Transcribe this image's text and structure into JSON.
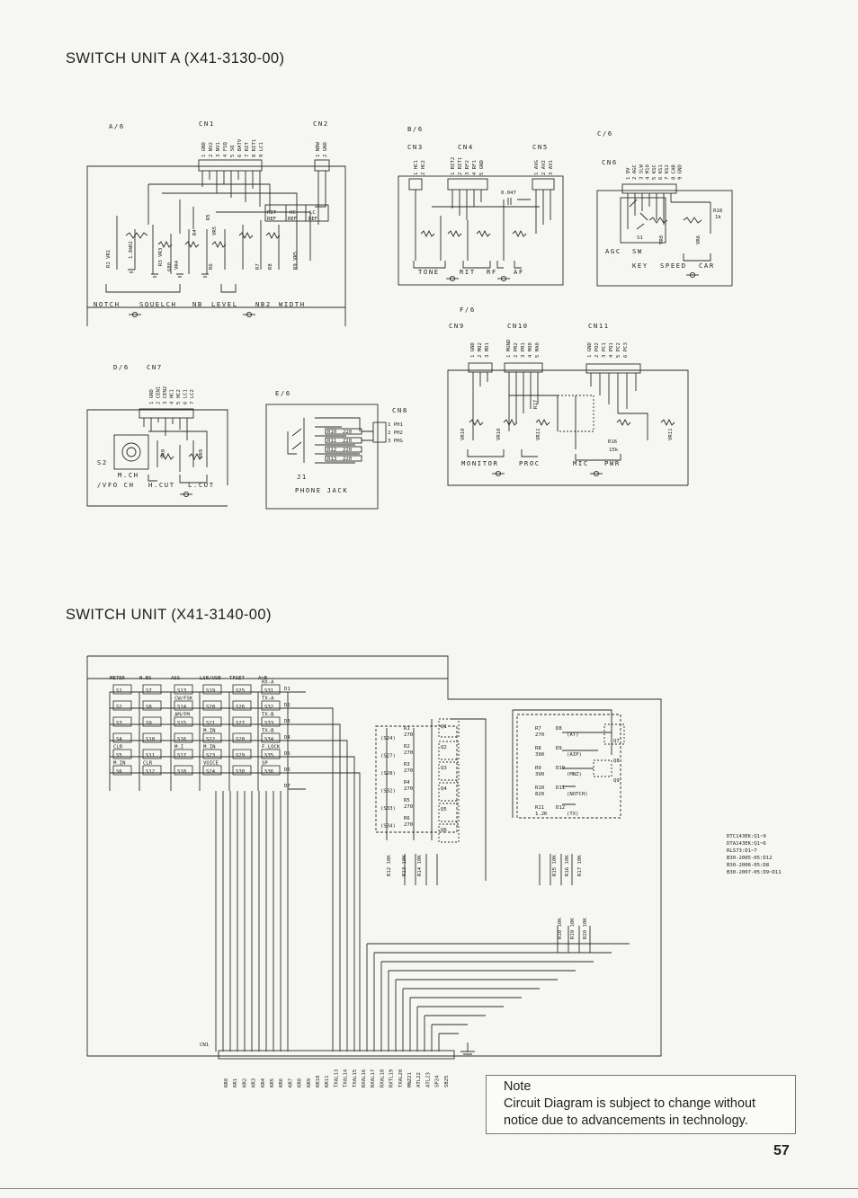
{
  "headings": {
    "switch_unit_a": "SWITCH UNIT A (X41-3130-00)",
    "switch_unit": "SWITCH UNIT (X41-3140-00)"
  },
  "note": {
    "title": "Note",
    "line1": "Circuit Diagram is subject to change without",
    "line2": "notice due to advancements in technology."
  },
  "page_number": "57",
  "section_a": {
    "ref": "A/6",
    "cn1": "CN1",
    "cn2": "CN2",
    "cn1_pins": [
      "1 GND",
      "2 NV2",
      "3 NV1",
      "4 FSQ",
      "5 SQ",
      "6 BATV",
      "7 RIT",
      "8 RIT1",
      "9 LC1"
    ],
    "cn2_pins": [
      "1 NBW",
      "2 GND"
    ],
    "parts": [
      "R1 VR1",
      "R2",
      "1.8k",
      "R3 VR3",
      "680",
      "VR4",
      "R4",
      "R5",
      "VR5",
      "R6",
      "R7",
      "R8",
      "R9 VR5",
      "RIT",
      "HC",
      "LC",
      "REF",
      "REF",
      "REF"
    ],
    "captions": [
      "NOTCH",
      "SQUELCH",
      "NB",
      "LEVEL",
      "NB2",
      "WIDTH"
    ]
  },
  "section_b": {
    "ref": "B/6",
    "cn3": "CN3",
    "cn4": "CN4",
    "cn5": "CN5",
    "cn3_pins": [
      "1 HC1",
      "2 HC2"
    ],
    "cn4_pins": [
      "1 RIT2",
      "2 RIT1",
      "3 RF2",
      "4 RF1",
      "5 GND"
    ],
    "cn5_pins": [
      "1 AVG",
      "2 AV2",
      "3 AV1"
    ],
    "captions": [
      "TONE",
      "RIT",
      "RF",
      "AF"
    ],
    "cap_value": "0.047"
  },
  "section_c": {
    "ref": "C/6",
    "cn6": "CN6",
    "cn6_pins": [
      "1 8V",
      "2 AGC",
      "3 SLW",
      "4 M10",
      "5 KSC",
      "6 KS1",
      "7 KS2",
      "8 CAR",
      "9 GND"
    ],
    "parts": [
      "R18",
      "1k",
      "S1",
      "VR8",
      "VR6"
    ],
    "captions": [
      "AGC",
      "SW",
      "KEY",
      "SPEED",
      "CAR"
    ]
  },
  "section_d": {
    "ref": "D/6",
    "cn7": "CN7",
    "cn7_pins": [
      "1 GND",
      "2 CEN1",
      "3 CEN2",
      "4 HC1",
      "5 HC2",
      "6 LC1",
      "7 LC2"
    ],
    "parts": [
      "S2",
      "VR9",
      "VR9"
    ],
    "captions": [
      "M.CH",
      "/VFO CH",
      "H.CUT",
      "L.CUT"
    ]
  },
  "section_e": {
    "ref": "E/6",
    "cn8": "CN8",
    "cn8_pins": [
      "1 PH1",
      "2 PH2",
      "3 PHG"
    ],
    "resistors": [
      "R10",
      "R11",
      "R12",
      "R13"
    ],
    "resistor_values": [
      "220",
      "220",
      "220",
      "220"
    ],
    "captions": [
      "J1",
      "PHONE JACK"
    ]
  },
  "section_f": {
    "ref": "F/6",
    "cn9": "CN9",
    "cn10": "CN10",
    "cn11": "CN11",
    "cn9_pins": [
      "1 GND",
      "2 MO2",
      "3 MO1"
    ],
    "cn10_pins": [
      "1 MGND",
      "2 PR2",
      "3 PR1",
      "4 MO0",
      "5 MA0"
    ],
    "cn11_pins": [
      "1 GND",
      "2 PO2",
      "3 PC1",
      "4 PO1",
      "5 PC2",
      "6 PC3"
    ],
    "parts": [
      "VR10",
      "VR10",
      "VR11",
      "R17",
      "VR11",
      "R16",
      "15k"
    ],
    "captions": [
      "MONITOR",
      "PROC",
      "MIC",
      "PWR"
    ]
  },
  "switch_unit": {
    "column_headers": [
      "METER",
      "N.BS",
      "ASS",
      "LSB/USB",
      "TFSET",
      "A=B"
    ],
    "switches": [
      [
        "S1",
        "S7",
        "S13",
        "S19",
        "S25",
        "S31"
      ],
      [
        "S2",
        "S8",
        "S14",
        "S20",
        "S26",
        "S32"
      ],
      [
        "S3",
        "S9",
        "S15",
        "S21",
        "S27",
        "S33"
      ],
      [
        "S4",
        "S10",
        "S16",
        "S22",
        "S28",
        "S34"
      ],
      [
        "S5",
        "S11",
        "S17",
        "S23",
        "S29",
        "S35"
      ],
      [
        "S6",
        "S12",
        "S18",
        "S24",
        "S30",
        "S36"
      ]
    ],
    "row_labels": [
      [
        "",
        "",
        "",
        "",
        "",
        "RX-A"
      ],
      [
        "",
        "",
        "CW/FSK",
        "",
        "",
        "TX-A"
      ],
      [
        "",
        "",
        "AM/FM",
        "",
        "",
        "TX-B"
      ],
      [
        "",
        "",
        "",
        "M.IN",
        "",
        "TX-B"
      ],
      [
        "CLR",
        "",
        "M.I",
        "M.IN",
        "",
        "F.LOCK"
      ],
      [
        "M.IN",
        "CLR",
        "",
        "VOICE",
        "",
        "SP"
      ]
    ],
    "diodes": [
      "D1",
      "D2",
      "D3",
      "D4",
      "D5",
      "D6",
      "D7"
    ],
    "transistor_block": {
      "switches": [
        "(S24)",
        "(S27)",
        "(S28)",
        "(S32)",
        "(S33)",
        "(S34)"
      ],
      "resistors": [
        "R1",
        "R2",
        "R3",
        "R4",
        "R5",
        "R6"
      ],
      "values": [
        "270",
        "270",
        "270",
        "270",
        "270",
        "270"
      ],
      "transistors": [
        "Q1",
        "Q2",
        "Q3",
        "Q4",
        "Q5",
        "Q6"
      ]
    },
    "led_block": {
      "resistors": [
        "R7",
        "R8",
        "R9",
        "R10",
        "R11"
      ],
      "values": [
        "270",
        "390",
        "390",
        "820",
        "1.2K"
      ],
      "diodes": [
        "D8",
        "D9",
        "D10",
        "D11",
        "D12"
      ],
      "functions": [
        "(AT)",
        "(AIP)",
        "(MNZ)",
        "(NOTCH)",
        "(TX)"
      ],
      "transistors": [
        "Q7",
        "Q8",
        "Q9"
      ]
    },
    "pullups_a": [
      "R12 10K",
      "R13 10K",
      "R14 10K",
      "R15 10K",
      "R16 10K",
      "R17 10K"
    ],
    "pullups_b": [
      "R18 10K",
      "R19 10K",
      "R20 10K"
    ],
    "parts_list": [
      "DTC143EK:Q1~9",
      "DTA143EK:Q1~6",
      "RLS73:D1~7",
      "B30-2005-05:D12",
      "B30-2006-05:D8",
      "B30-2007-05:D9~D11"
    ],
    "connector": "CN1",
    "connector_pins": [
      "KR0",
      "KR1",
      "KR2",
      "KR3",
      "KR4",
      "KR5",
      "KR6",
      "KR7",
      "KR8",
      "KR9",
      "KR10",
      "KR11",
      "TXAL13",
      "TXAL14",
      "TXAL15",
      "RXAL16",
      "RXAL17",
      "RXAL18",
      "RXTL19",
      "TXAL20",
      "MNZ21",
      "ATL22",
      "ATL23",
      "SP24",
      "SB25"
    ]
  }
}
